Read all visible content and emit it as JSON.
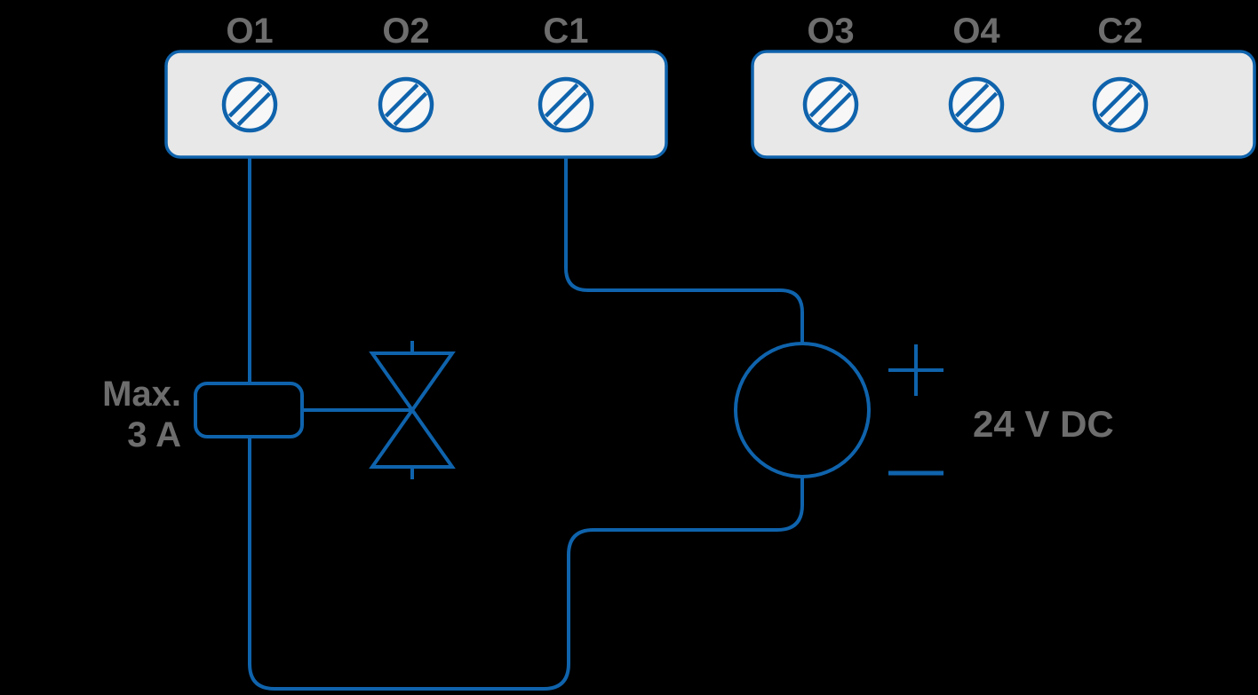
{
  "diagram": {
    "type": "relay-output-wiring-diagram",
    "colors": {
      "background": "#000000",
      "line_blue": "#0f63ac",
      "label_gray": "#6d6d6d",
      "block_fill": "#e8e8e8",
      "screw_fill": "#f7f7f7"
    },
    "terminal_blocks": {
      "left": {
        "terminals": [
          {
            "label": "O1"
          },
          {
            "label": "O2"
          },
          {
            "label": "C1"
          }
        ]
      },
      "right": {
        "terminals": [
          {
            "label": "O3"
          },
          {
            "label": "O4"
          },
          {
            "label": "C2"
          }
        ]
      }
    },
    "relay": {
      "rating_line1": "Max.",
      "rating_line2": "3 A"
    },
    "power_supply": {
      "label": "24 V DC",
      "polarity_symbols": [
        "plus",
        "minus"
      ]
    },
    "icons": {
      "screw": "screw-terminal-icon",
      "valve": "solenoid-valve-icon",
      "source": "dc-power-source-icon"
    }
  }
}
